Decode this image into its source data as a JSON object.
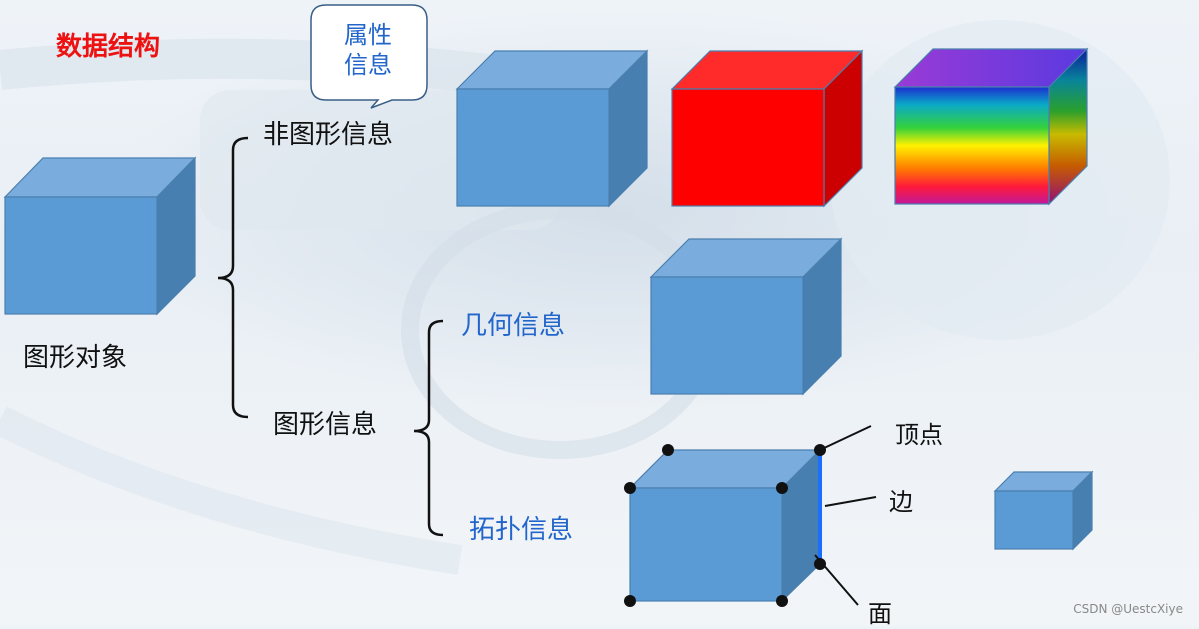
{
  "title": "数据结构",
  "bubble": {
    "line1": "属性",
    "line2": "信息"
  },
  "labels": {
    "graphic_object": "图形对象",
    "non_graphic_info": "非图形信息",
    "graphic_info": "图形信息",
    "geometry_info": "几何信息",
    "topology_info": "拓扑信息",
    "vertex": "顶点",
    "edge": "边",
    "face": "面"
  },
  "watermark": "CSDN @UestcXiye",
  "colors": {
    "title": "#ee1111",
    "accent_blue": "#2266cc",
    "cube_front": "#5b9bd5",
    "cube_top": "#7aaddd",
    "cube_side": "#477fb0",
    "cube_red": "#ff0000",
    "edge_highlight": "#1a6fff"
  }
}
